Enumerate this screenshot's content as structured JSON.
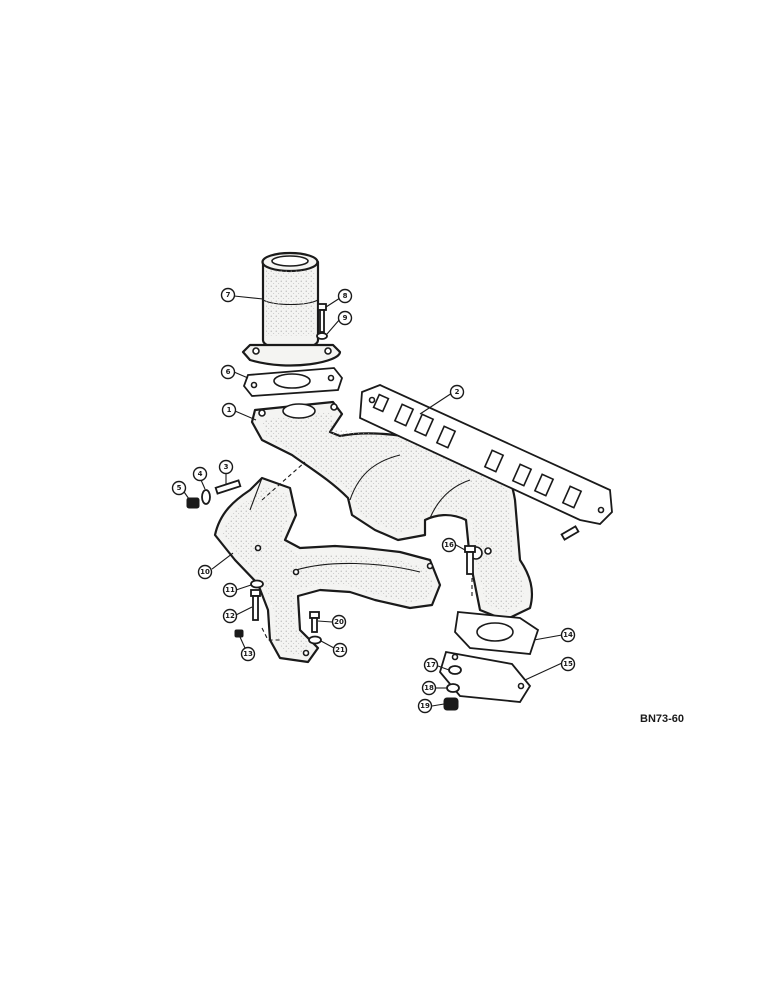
{
  "drawing_code": "BN73-60",
  "callouts": [
    "1",
    "2",
    "3",
    "4",
    "5",
    "6",
    "7",
    "8",
    "9",
    "10",
    "11",
    "12",
    "13",
    "14",
    "15",
    "16",
    "17",
    "18",
    "19",
    "20",
    "21"
  ]
}
